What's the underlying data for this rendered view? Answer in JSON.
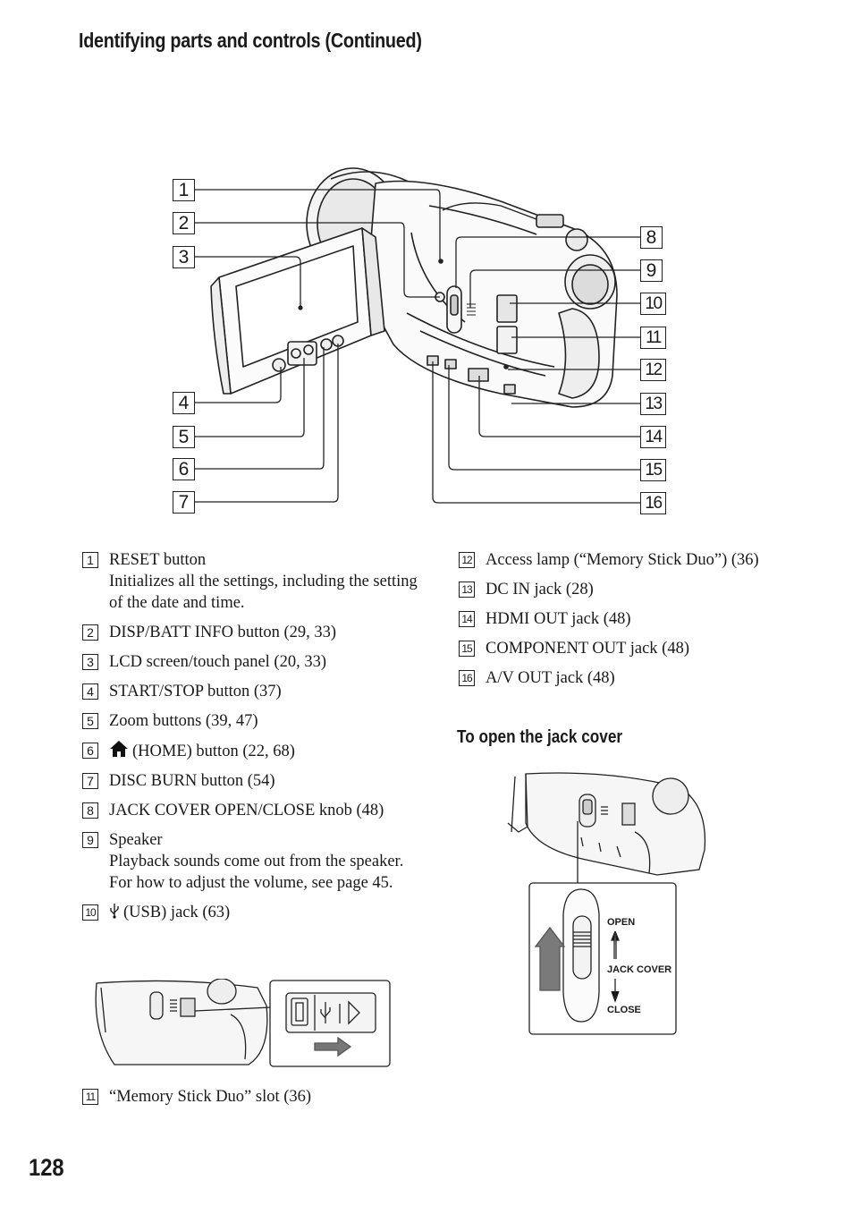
{
  "header": {
    "section_title": "Identifying parts and controls (Continued)"
  },
  "page_number": "128",
  "callouts": {
    "c1": "1",
    "c2": "2",
    "c3": "3",
    "c4": "4",
    "c5": "5",
    "c6": "6",
    "c7": "7",
    "c8": "8",
    "c9": "9",
    "c10": "10",
    "c11": "11",
    "c12": "12",
    "c13": "13",
    "c14": "14",
    "c15": "15",
    "c16": "16"
  },
  "parts_left": [
    {
      "num": "1",
      "label": "RESET button",
      "desc": "Initializes all the settings, including the setting of the date and time."
    },
    {
      "num": "2",
      "label": "DISP/BATT INFO button (29, 33)"
    },
    {
      "num": "3",
      "label": "LCD screen/touch panel (20, 33)"
    },
    {
      "num": "4",
      "label": "START/STOP button (37)"
    },
    {
      "num": "5",
      "label": "Zoom buttons (39, 47)"
    },
    {
      "num": "6",
      "label": "(HOME) button (22, 68)"
    },
    {
      "num": "7",
      "label": "DISC BURN button (54)"
    },
    {
      "num": "8",
      "label": "JACK COVER OPEN/CLOSE knob (48)"
    },
    {
      "num": "9",
      "label": "Speaker",
      "desc": "Playback sounds come out from the speaker. For how to adjust the volume, see page 45."
    },
    {
      "num": "10",
      "label": "(USB) jack (63)"
    }
  ],
  "parts_left_after": [
    {
      "num": "11",
      "label": "“Memory Stick Duo” slot (36)"
    }
  ],
  "parts_right": [
    {
      "num": "12",
      "label": "Access lamp (“Memory Stick Duo”) (36)"
    },
    {
      "num": "13",
      "label": "DC IN jack (28)"
    },
    {
      "num": "14",
      "label": "HDMI OUT jack (48)"
    },
    {
      "num": "15",
      "label": "COMPONENT OUT jack (48)"
    },
    {
      "num": "16",
      "label": "A/V OUT jack (48)"
    }
  ],
  "jack_cover": {
    "title": "To open the jack cover",
    "open_label": "OPEN",
    "jack_cover_label": "JACK COVER",
    "close_label": "CLOSE"
  }
}
